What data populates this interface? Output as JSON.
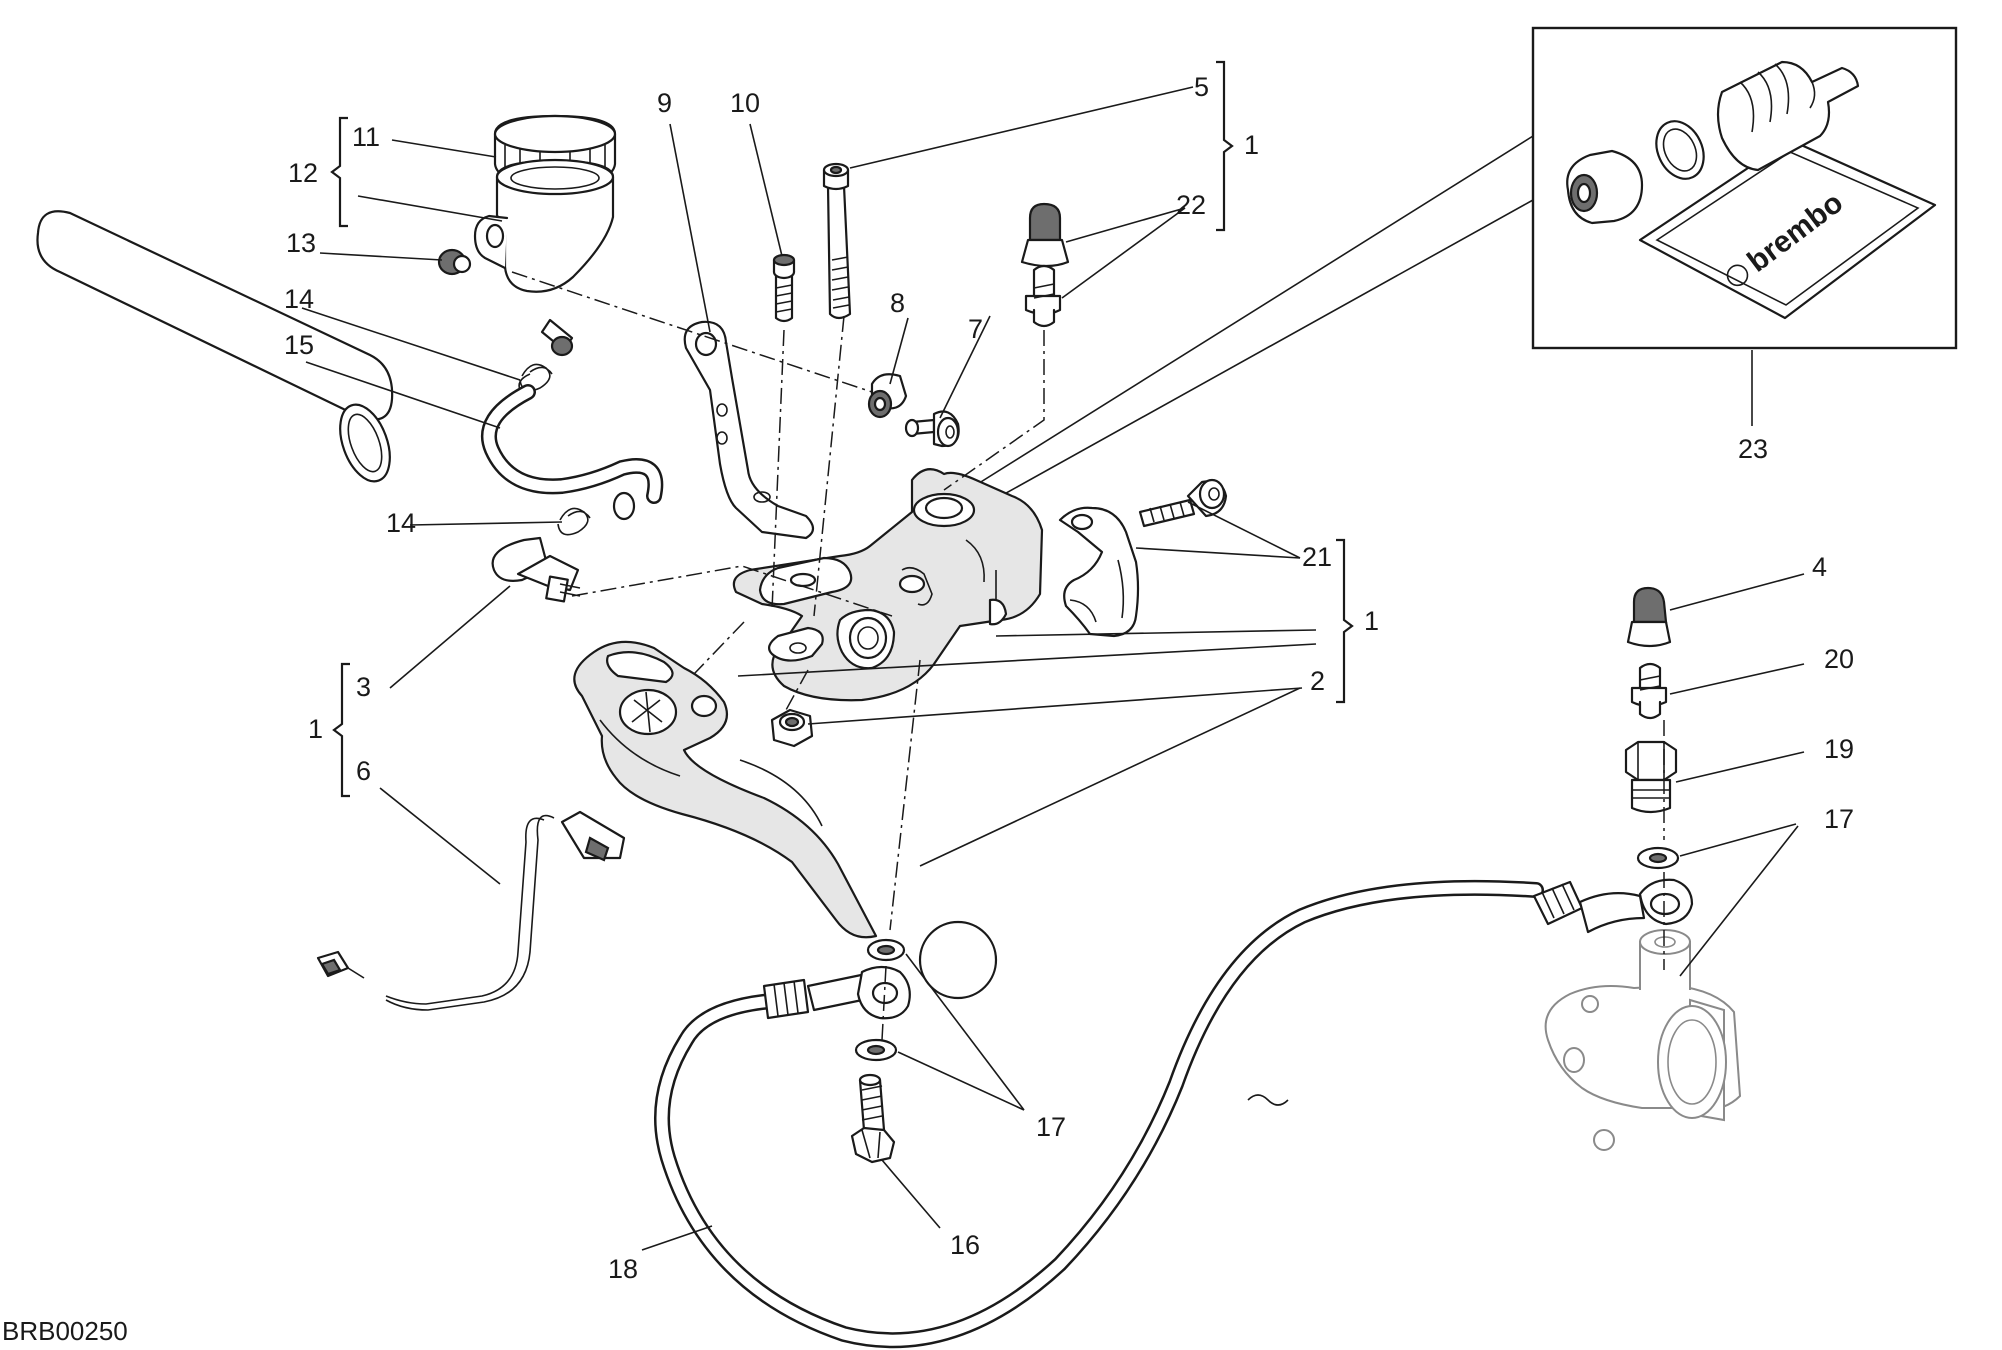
{
  "drawing_code": "BRB00250",
  "inset": {
    "brand_logo_text": "brembo"
  },
  "callouts": {
    "c1_top": "1",
    "c1_mid": "1",
    "c1_left": "1",
    "c2": "2",
    "c3": "3",
    "c4": "4",
    "c5": "5",
    "c6": "6",
    "c7": "7",
    "c8": "8",
    "c9": "9",
    "c10": "10",
    "c11": "11",
    "c12": "12",
    "c13": "13",
    "c14_top": "14",
    "c14_bottom": "14",
    "c15": "15",
    "c16": "16",
    "c17_lower": "17",
    "c17_right": "17",
    "c18": "18",
    "c19": "19",
    "c20": "20",
    "c21": "21",
    "c22": "22",
    "c23": "23"
  }
}
